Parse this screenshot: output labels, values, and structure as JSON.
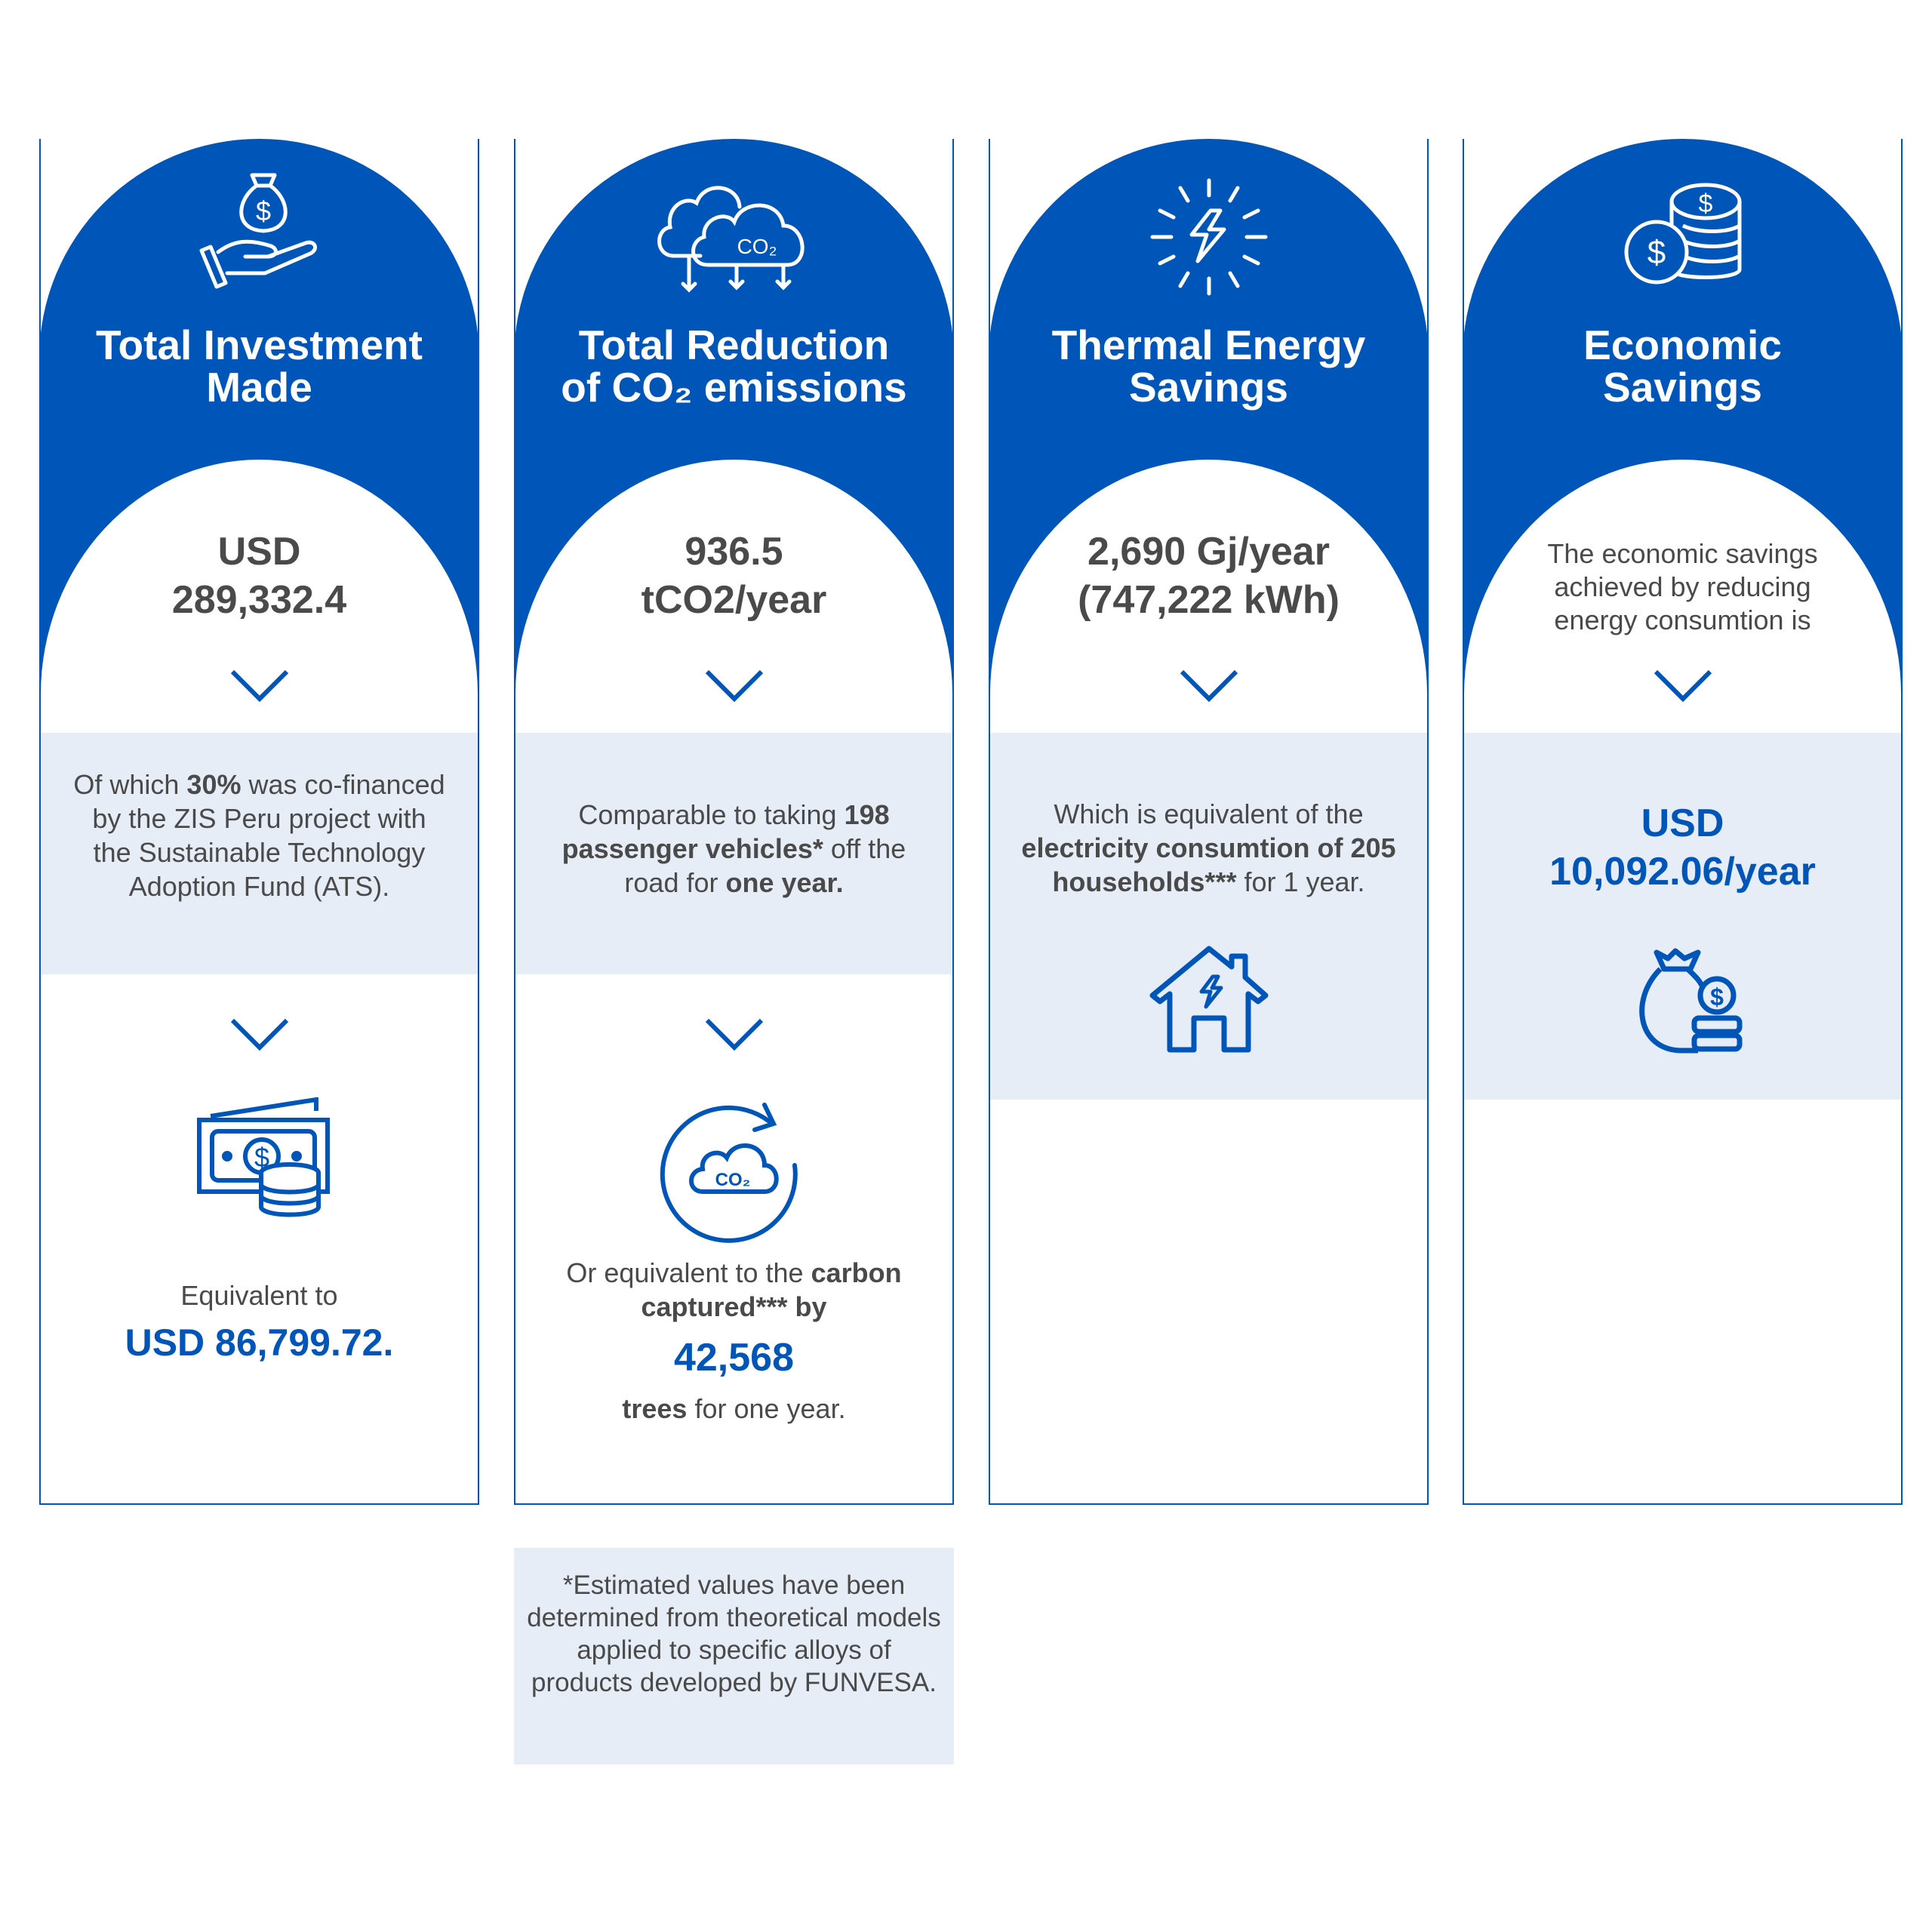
{
  "colors": {
    "brand": "#0055b8",
    "band": "#e6edf7",
    "text": "#4a4a4a"
  },
  "cards": [
    {
      "title": [
        "Total Investment",
        "Made"
      ],
      "icon": "money-bag-hand-icon",
      "value": [
        "USD",
        "289,332.4"
      ],
      "band_text": {
        "p1": "Of which ",
        "b1": "30%",
        "p2": " was co-financed by the ZIS Peru project with the Sustainable Technology Adoption Fund (ATS)."
      },
      "bottom_icon": "cash-coins-icon",
      "equiv_label": "Equivalent to",
      "equiv_value": "USD 86,799.72."
    },
    {
      "title": [
        "Total Reduction",
        "of CO₂ emissions"
      ],
      "icon": "co2-clouds-icon",
      "value": [
        "936.5",
        "tCO2/year"
      ],
      "band_text": {
        "p1": "Comparable to taking ",
        "b1": "198 passenger vehicles*",
        "p2": " off the road for ",
        "b2": "one year."
      },
      "bottom_icon": "co2-cycle-icon",
      "equiv_p1": "Or equivalent to the ",
      "equiv_b1": "carbon captured*** by",
      "equiv_value": "42,568",
      "equiv_b2": "trees",
      "equiv_p2": " for one year.",
      "icon_text": "CO₂"
    },
    {
      "title": [
        "Thermal Energy",
        "Savings"
      ],
      "icon": "energy-bolt-icon",
      "value": [
        "2,690 Gj/year",
        "(747,222 kWh)"
      ],
      "band_text": {
        "p1": "Which is equivalent of the ",
        "b1": "electricity consumtion of 205 households***",
        "p2": " for 1 year."
      },
      "bottom_icon": "house-energy-icon"
    },
    {
      "title": [
        "Economic",
        "Savings"
      ],
      "icon": "coins-stack-icon",
      "intro": "The economic savings achieved by reducing energy consumtion is",
      "band_value": [
        "USD",
        "10,092.06/year"
      ],
      "bottom_icon": "money-bag-coins-icon"
    }
  ],
  "footnote": "*Estimated values have been determined from theoretical models applied to specific alloys of products developed by FUNVESA."
}
